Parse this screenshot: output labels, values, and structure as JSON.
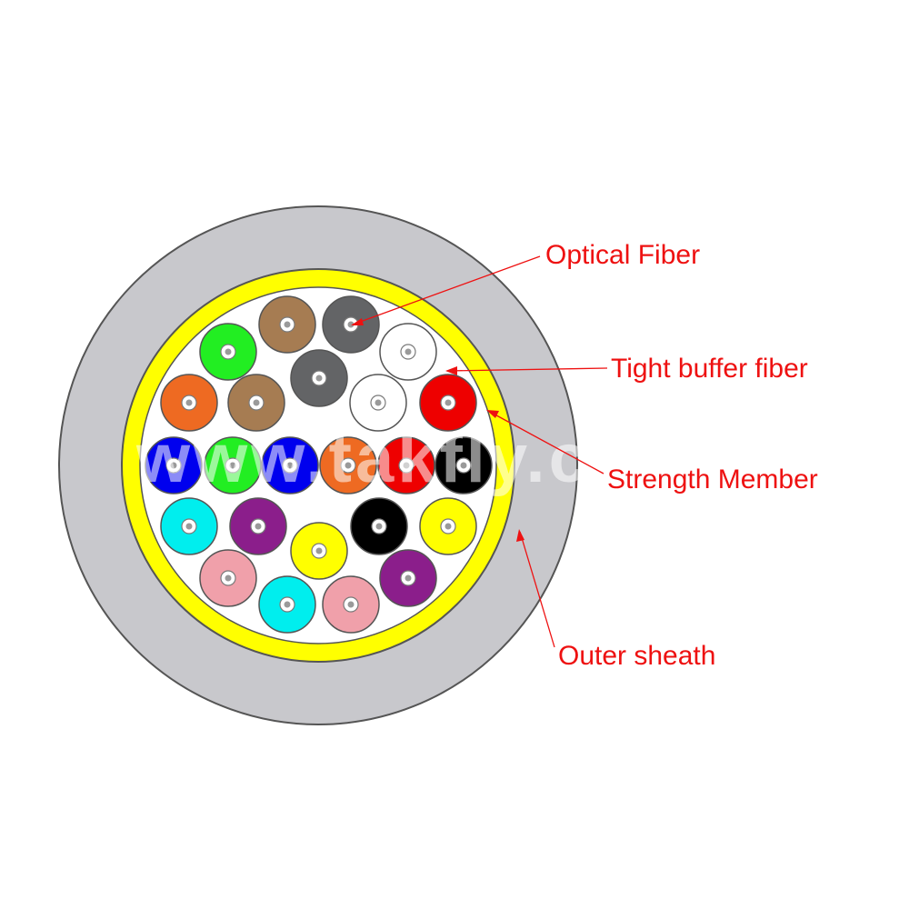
{
  "labels": {
    "optical_fiber": "Optical Fiber",
    "tight_buffer_fiber": "Tight buffer fiber",
    "strength_member": "Strength Member",
    "outer_sheath": "Outer sheath"
  },
  "watermark": "www.takfly.com",
  "colors": {
    "outer_sheath": "#c8c8cc",
    "strength_member": "#ffff00",
    "interior": "#ffffff",
    "outline": "#555555",
    "leader_line": "#ee1111",
    "label": "#ee1111"
  },
  "fibers": [
    {
      "color": "brown",
      "hex": "#a67c52"
    },
    {
      "color": "dark-gray",
      "hex": "#636466"
    },
    {
      "color": "green",
      "hex": "#22ee22"
    },
    {
      "color": "white",
      "hex": "#ffffff"
    },
    {
      "color": "dark-gray",
      "hex": "#636466"
    },
    {
      "color": "orange",
      "hex": "#ee6a22"
    },
    {
      "color": "brown",
      "hex": "#a67c52"
    },
    {
      "color": "white",
      "hex": "#ffffff"
    },
    {
      "color": "red",
      "hex": "#ee0000"
    },
    {
      "color": "blue",
      "hex": "#0000ee"
    },
    {
      "color": "green",
      "hex": "#22ee22"
    },
    {
      "color": "blue",
      "hex": "#0000ee"
    },
    {
      "color": "orange",
      "hex": "#ee6a22"
    },
    {
      "color": "red",
      "hex": "#ee0000"
    },
    {
      "color": "black",
      "hex": "#000000"
    },
    {
      "color": "cyan",
      "hex": "#00eeee"
    },
    {
      "color": "purple",
      "hex": "#8b1e8b"
    },
    {
      "color": "black",
      "hex": "#000000"
    },
    {
      "color": "yellow",
      "hex": "#ffff00"
    },
    {
      "color": "yellow",
      "hex": "#ffff00"
    },
    {
      "color": "pink",
      "hex": "#f0a0aa"
    },
    {
      "color": "purple",
      "hex": "#8b1e8b"
    },
    {
      "color": "cyan",
      "hex": "#00eeee"
    },
    {
      "color": "pink",
      "hex": "#f0a0aa"
    }
  ]
}
